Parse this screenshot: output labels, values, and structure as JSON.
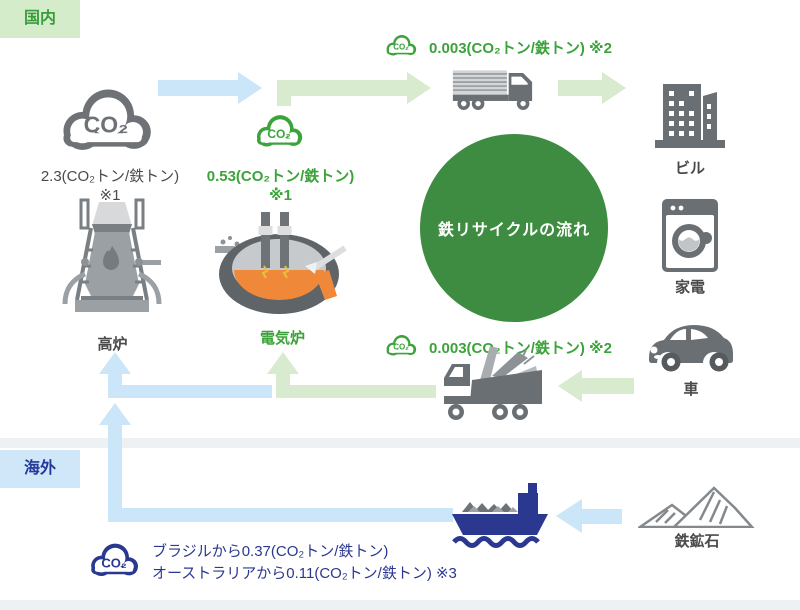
{
  "regions": {
    "domestic": "国内",
    "overseas": "海外"
  },
  "center": {
    "title": "鉄リサイクルの流れ"
  },
  "emissions": {
    "blast_furnace": {
      "cloud": "CO₂",
      "value": "2.3(CO₂トン/鉄トン)",
      "note": "※1"
    },
    "electric_furnace": {
      "cloud": "CO₂",
      "value": "0.53(CO₂トン/鉄トン)",
      "note": "※1"
    },
    "product_transport": {
      "cloud": "CO₂",
      "value": "0.003(CO₂トン/鉄トン) ※2"
    },
    "scrap_transport": {
      "cloud": "CO₂",
      "value": "0.003(CO₂トン/鉄トン) ※2"
    },
    "import": {
      "cloud": "CO₂",
      "line1": "ブラジルから0.37(CO₂トン/鉄トン)",
      "line2": "オーストラリアから0.11(CO₂トン/鉄トン) ※3"
    }
  },
  "nodes": {
    "blast_furnace": {
      "label": "高炉"
    },
    "electric_furnace": {
      "label": "電気炉"
    },
    "building": {
      "label": "ビル"
    },
    "appliance": {
      "label": "家電"
    },
    "car": {
      "label": "車"
    },
    "iron_ore": {
      "label": "鉄鉱石"
    }
  },
  "colors": {
    "accent_green": "#3ba33a",
    "circle_green": "#3e8c41",
    "arrow_green": "#d8ebcf",
    "arrow_blue": "#cbe6f8",
    "navy": "#2b3890",
    "icon_gray": "#6a6f73",
    "domestic_bg": "#d4ecca",
    "overseas_bg": "#cfe7f8"
  }
}
